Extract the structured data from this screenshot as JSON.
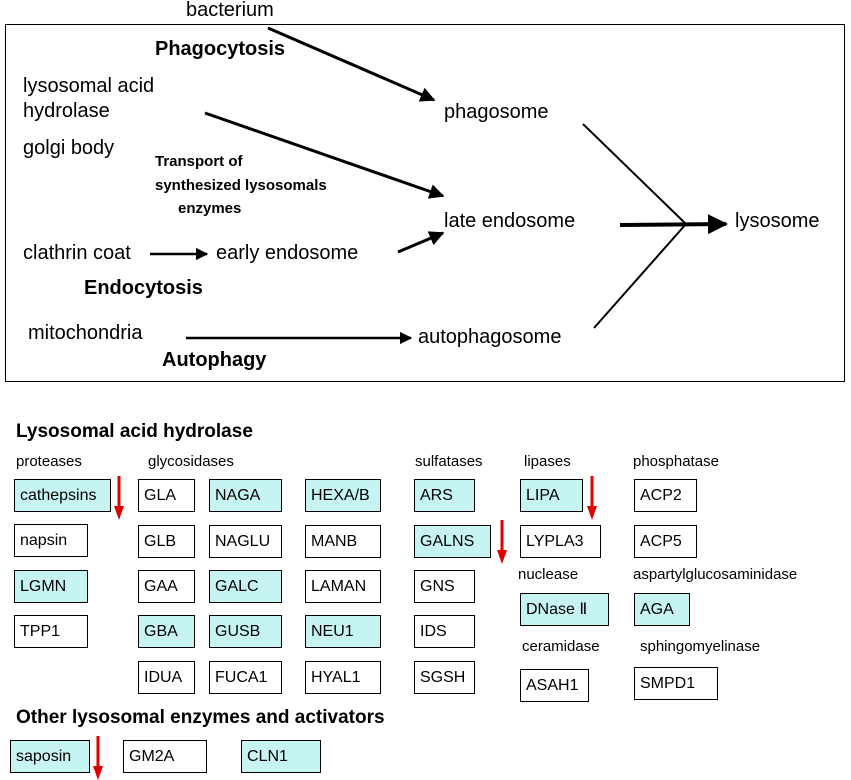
{
  "pathway": {
    "bacterium": "bacterium",
    "phagocytosis": "Phagocytosis",
    "phagosome": "phagosome",
    "lysosomal_acid_hydrolase_line1": "lysosomal acid",
    "lysosomal_acid_hydrolase_line2": "hydrolase",
    "golgi_body": "golgi body",
    "transport_line1": "Transport of",
    "transport_line2": "synthesized lysosomals",
    "transport_line3": "enzymes",
    "late_endosome": "late endosome",
    "lysosome": "lysosome",
    "clathrin_coat": "clathrin coat",
    "early_endosome": "early endosome",
    "endocytosis": "Endocytosis",
    "mitochondria": "mitochondria",
    "autophagosome": "autophagosome",
    "autophagy": "Autophagy"
  },
  "hydrolase": {
    "title": "Lysosomal acid hydrolase",
    "categories": {
      "proteases": "proteases",
      "glycosidases": "glycosidases",
      "sulfatases": "sulfatases",
      "lipases": "lipases",
      "phosphatase": "phosphatase",
      "nuclease": "nuclease",
      "aspartylglucosaminidase": "aspartylglucosaminidase",
      "ceramidase": "ceramidase",
      "sphingomyelinase": "sphingomyelinase"
    },
    "enzymes": {
      "cathepsins": "cathepsins",
      "napsin": "napsin",
      "lgmn": "LGMN",
      "tpp1": "TPP1",
      "gla": "GLA",
      "glb": "GLB",
      "gaa": "GAA",
      "gba": "GBA",
      "idua": "IDUA",
      "naga": "NAGA",
      "naglu": "NAGLU",
      "galc": "GALC",
      "gusb": "GUSB",
      "fuca1": "FUCA1",
      "hexab": "HEXA/B",
      "manb": "MANB",
      "laman": "LAMAN",
      "neu1": "NEU1",
      "hyal1": "HYAL1",
      "ars": "ARS",
      "galns": "GALNS",
      "gns": "GNS",
      "ids": "IDS",
      "sgsh": "SGSH",
      "lipa": "LIPA",
      "lypla3": "LYPLA3",
      "dnase2": "DNase Ⅱ",
      "asah1": "ASAH1",
      "acp2": "ACP2",
      "acp5": "ACP5",
      "aga": "AGA",
      "smpd1": "SMPD1"
    }
  },
  "other": {
    "title": "Other lysosomal enzymes and activators",
    "saposin": "saposin",
    "gm2a": "GM2A",
    "cln1": "CLN1"
  },
  "colors": {
    "highlight_fill": "#c6f4f2",
    "down_arrow": "#e00000"
  }
}
